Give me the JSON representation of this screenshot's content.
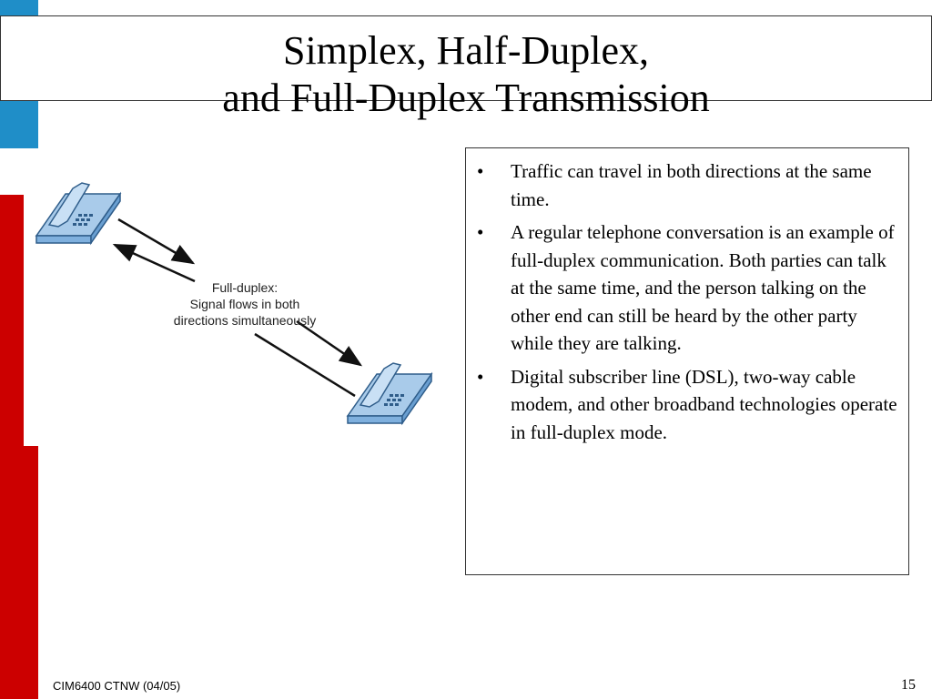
{
  "slide": {
    "title_line1": "Simplex, Half-Duplex,",
    "title_line2": "and Full-Duplex Transmission",
    "footer_left": "CIM6400 CTNW (04/05)",
    "page_number": "15"
  },
  "diagram": {
    "label_line1": "Full-duplex:",
    "label_line2": "Signal flows in both",
    "label_line3": "directions simultaneously"
  },
  "bullets": [
    {
      "marker": "•",
      "text": "Traffic can travel in both directions at the same time."
    },
    {
      "marker": "•",
      "text": "A regular telephone conversation is an example of full-duplex communication. Both parties can talk at the same time, and the person talking on the other end can still be heard by the other party while they are talking."
    },
    {
      "marker": "•",
      "text": "Digital subscriber line (DSL), two-way cable modem, and other broadband technologies operate in full-duplex mode."
    }
  ],
  "colors": {
    "accent_blue": "#1f8ec8",
    "accent_red": "#cc0000",
    "phone_fill": "#a9cbea",
    "phone_stroke": "#2f5d8a"
  }
}
